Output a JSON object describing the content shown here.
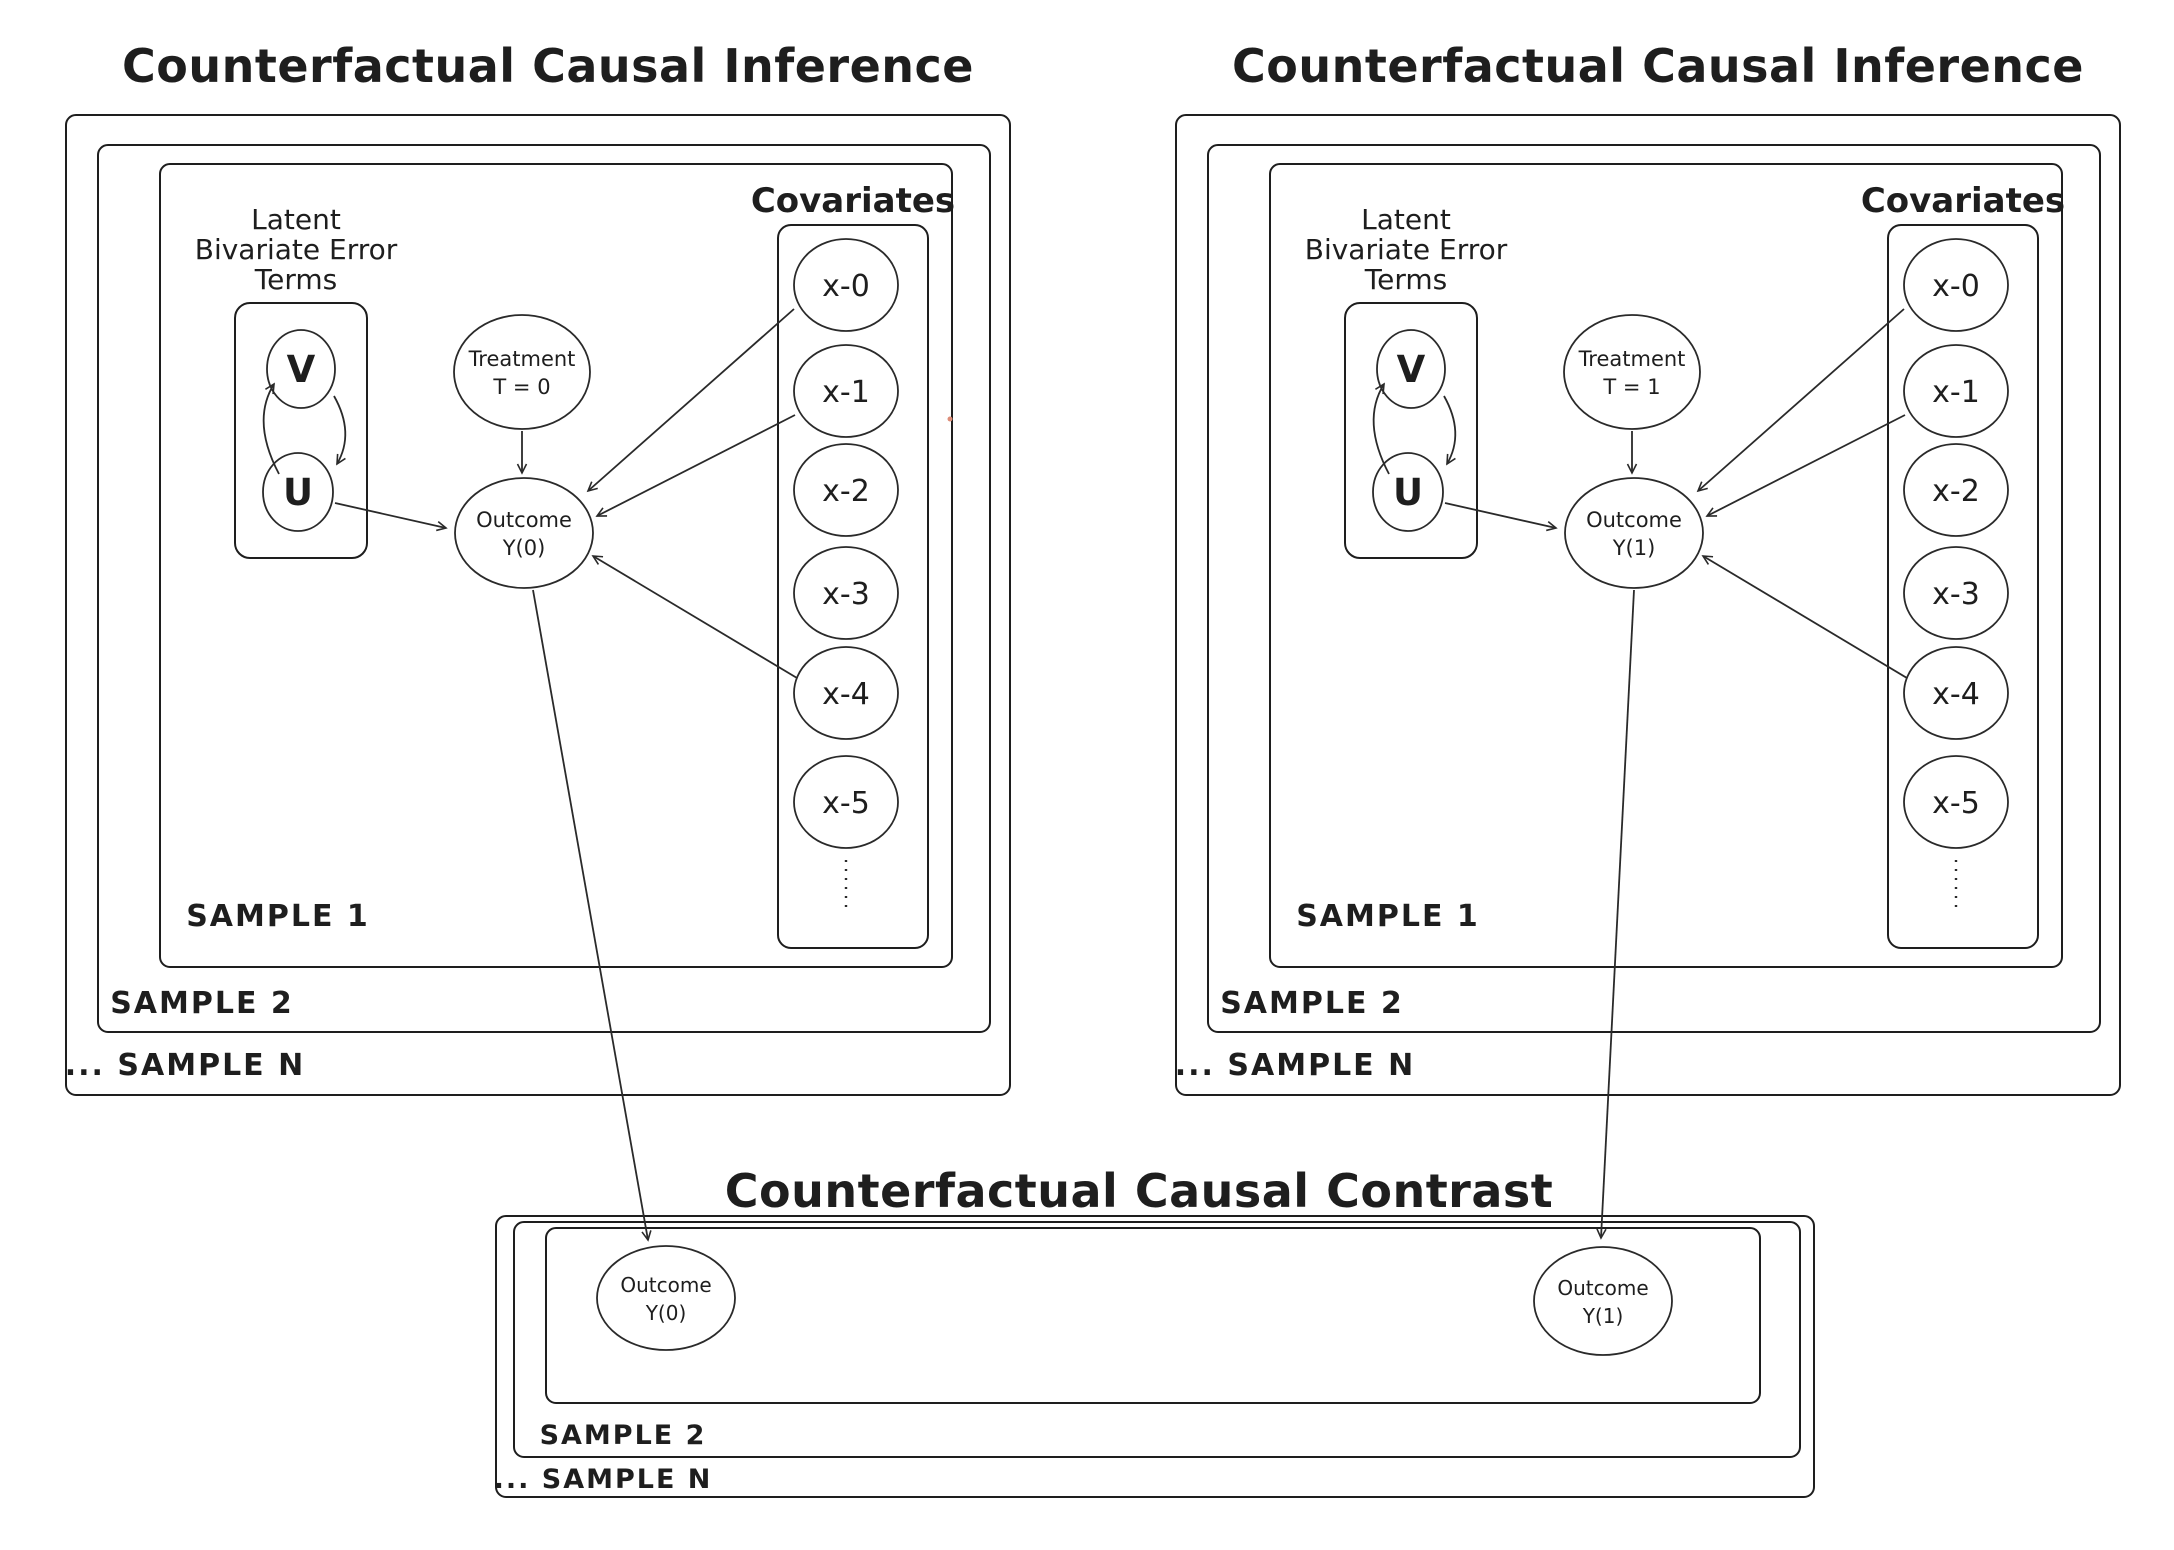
{
  "colors": {
    "background": "#ffffff",
    "stroke": "#1e1e1e",
    "treatment_control_fill": "#abd5f2",
    "treatment_treated_fill": "#f4c7c9"
  },
  "panel_left": {
    "title": "Counterfactual Causal Inference",
    "samples": {
      "sample1": "SAMPLE 1",
      "sample2": "SAMPLE 2",
      "sampleN": "... SAMPLE N"
    },
    "latent": {
      "line1": "Latent",
      "line2": "Bivariate Error",
      "line3": "Terms"
    },
    "error_terms": {
      "v": "V",
      "u": "U"
    },
    "treatment": {
      "line1": "Treatment",
      "line2": "T = 0"
    },
    "outcome": {
      "line1": "Outcome",
      "line2": "Y(0)"
    },
    "covariates": {
      "title": "Covariates",
      "items": [
        "x-0",
        "x-1",
        "x-2",
        "x-3",
        "x-4",
        "x-5"
      ]
    }
  },
  "panel_right": {
    "title": "Counterfactual Causal Inference",
    "samples": {
      "sample1": "SAMPLE 1",
      "sample2": "SAMPLE 2",
      "sampleN": "... SAMPLE N"
    },
    "latent": {
      "line1": "Latent",
      "line2": "Bivariate Error",
      "line3": "Terms"
    },
    "error_terms": {
      "v": "V",
      "u": "U"
    },
    "treatment": {
      "line1": "Treatment",
      "line2": "T = 1"
    },
    "outcome": {
      "line1": "Outcome",
      "line2": "Y(1)"
    },
    "covariates": {
      "title": "Covariates",
      "items": [
        "x-0",
        "x-1",
        "x-2",
        "x-3",
        "x-4",
        "x-5"
      ]
    }
  },
  "contrast": {
    "title": "Counterfactual Causal Contrast",
    "samples": {
      "sample2": "SAMPLE 2",
      "sampleN": "... SAMPLE N"
    },
    "outcome_control": {
      "line1": "Outcome",
      "line2": "Y(0)"
    },
    "outcome_treated": {
      "line1": "Outcome",
      "line2": "Y(1)"
    }
  }
}
